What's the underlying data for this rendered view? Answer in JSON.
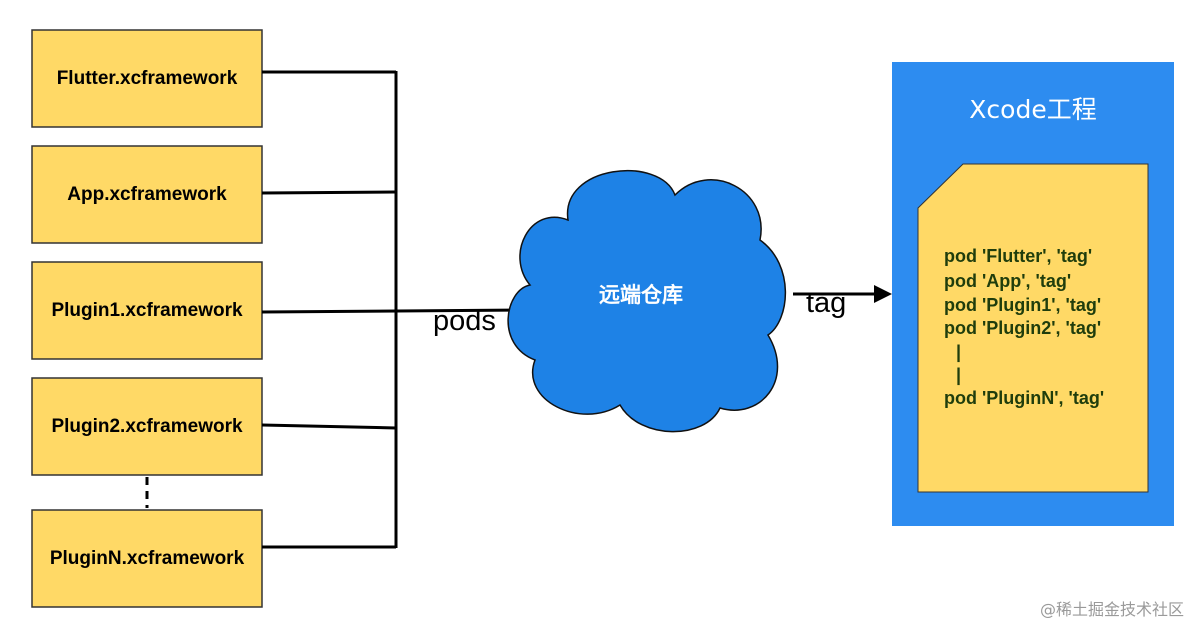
{
  "frameworks": [
    {
      "label": "Flutter.xcframework"
    },
    {
      "label": "App.xcframework"
    },
    {
      "label": "Plugin1.xcframework"
    },
    {
      "label": "Plugin2.xcframework"
    },
    {
      "label": "PluginN.xcframework"
    }
  ],
  "edges": {
    "pods_label": "pods",
    "tag_label": "tag"
  },
  "cloud": {
    "label": "远端仓库"
  },
  "xcode": {
    "title": "Xcode工程",
    "lines": [
      "pod 'Flutter', 'tag'",
      "pod 'App', 'tag'",
      "pod 'Plugin1', 'tag'",
      "pod 'Plugin2', 'tag'",
      "|",
      "|",
      "pod 'PluginN', 'tag'"
    ]
  },
  "watermark": "@稀土掘金技术社区",
  "colors": {
    "framework_fill": "#FFD966",
    "framework_stroke": "#333333",
    "cloud_fill": "#1E82E6",
    "xcode_fill": "#2D8CF0",
    "file_fill": "#FFD966",
    "code_text": "#1F3D0C"
  }
}
